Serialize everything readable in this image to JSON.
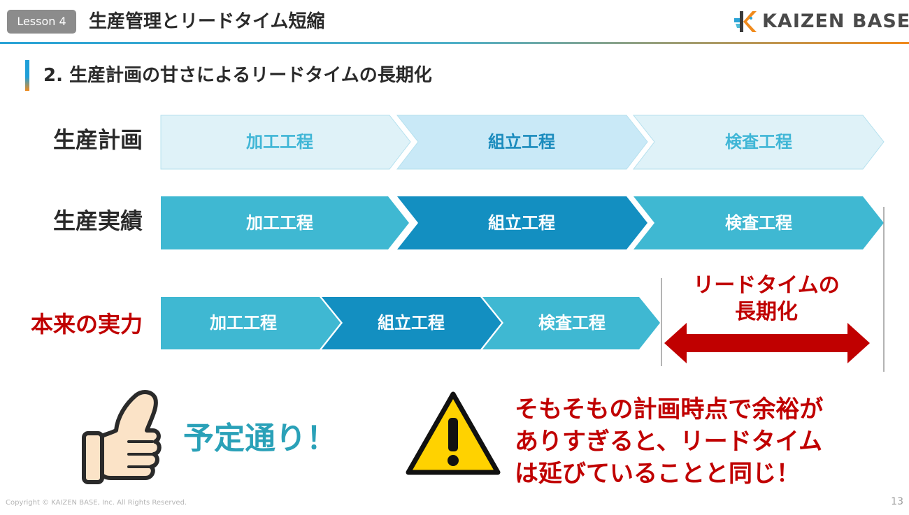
{
  "header": {
    "lesson_badge": "Lesson 4",
    "title": "生産管理とリードタイム短縮",
    "logo_text": "KAIZEN BASE"
  },
  "section": {
    "title": "2. 生産計画の甘さによるリードタイムの長期化"
  },
  "rows": [
    {
      "label": "生産計画",
      "steps": [
        "加工工程",
        "組立工程",
        "検査工程"
      ]
    },
    {
      "label": "生産実績",
      "steps": [
        "加工工程",
        "組立工程",
        "検査工程"
      ]
    },
    {
      "label": "本来の実力",
      "steps": [
        "加工工程",
        "組立工程",
        "検査工程"
      ]
    }
  ],
  "lead_time": {
    "line1": "リードタイムの",
    "line2": "長期化"
  },
  "ok_message": "予定通り！",
  "warning": {
    "line1": "そもそもの計画時点で余裕が",
    "line2": "ありすぎると、リードタイム",
    "line3": "は延びていることと同じ！"
  },
  "footer": {
    "copyright": "Copyright ©  KAIZEN BASE, Inc.  All Rights Reserved.",
    "page_number": "13"
  },
  "colors": {
    "plan_light": "#dff2f8",
    "plan_mid": "#c9e9f7",
    "actual_light": "#3fb8d2",
    "actual_dark": "#138fc1",
    "red": "#c00000",
    "warning_yellow": "#ffd200"
  },
  "icons": [
    "thumbs-up-icon",
    "warning-triangle-icon",
    "double-arrow-icon",
    "kaizen-logo-icon"
  ]
}
